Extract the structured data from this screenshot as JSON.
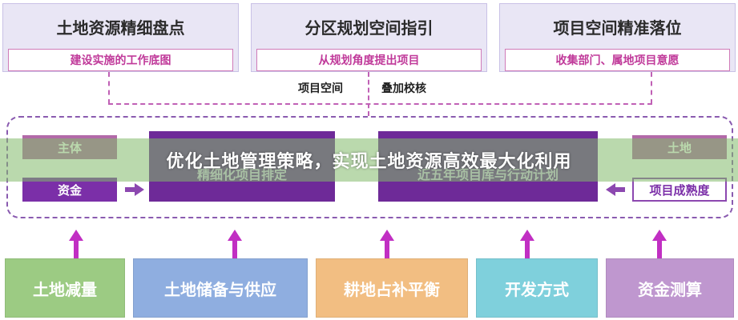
{
  "top_boxes": [
    {
      "title": "土地资源精细盘点",
      "subtitle": "建设实施的工作底图"
    },
    {
      "title": "分区规划空间指引",
      "subtitle": "从规划角度提出项目"
    },
    {
      "title": "项目空间精准落位",
      "subtitle": "收集部门、属地项目意愿"
    }
  ],
  "middle_labels": {
    "left": "项目空间",
    "right": "叠加校核"
  },
  "left_boxes": [
    "主体",
    "资金"
  ],
  "right_boxes": [
    "土地",
    "项目成熟度"
  ],
  "center_blocks": [
    "精细化项目排定",
    "近五年项目库与行动计划"
  ],
  "banner": "优化土地管理策略，实现土地资源高效最大化利用",
  "bottom_boxes": [
    {
      "label": "土地减量",
      "color": "#9ccb83"
    },
    {
      "label": "土地储备与供应",
      "color": "#8faee0"
    },
    {
      "label": "耕地占补平衡",
      "color": "#f2be82"
    },
    {
      "label": "开发方式",
      "color": "#7fd0dc"
    },
    {
      "label": "资金测算",
      "color": "#bf97cf"
    }
  ],
  "colors": {
    "accent_purple": "#7b2fa8",
    "arrow_magenta": "#c12fc3",
    "dash_pink": "#c060b5"
  }
}
